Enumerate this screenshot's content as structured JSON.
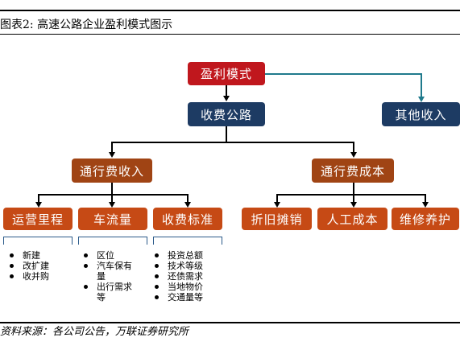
{
  "figure": {
    "title": "图表2:  高速公路企业盈利模式图示",
    "source": "资料来源：各公司公告，万联证券研究所"
  },
  "nodes": {
    "root": "盈利模式",
    "toll_road": "收费公路",
    "other_income": "其他收入",
    "toll_revenue": "通行费收入",
    "toll_cost": "通行费成本",
    "operating_mileage": "运营里程",
    "traffic_volume": "车流量",
    "toll_standard": "收费标准",
    "depreciation": "折旧摊销",
    "labor_cost": "人工成本",
    "maintenance": "维修养护"
  },
  "lists": {
    "mileage_items": [
      "新建",
      "改扩建",
      "收并购"
    ],
    "traffic_items": [
      "区位",
      "汽车保有量",
      "出行需求等"
    ],
    "standard_items": [
      "投资总额",
      "技术等级",
      "还债需求",
      "当地物价",
      "交通量等"
    ]
  },
  "colors": {
    "root": "#c0171d",
    "navy": "#1d3b63",
    "brown": "#a04414",
    "orange": "#c64a15",
    "teal_connector": "#1f7a8c",
    "bracket": "#2b5a8a"
  }
}
